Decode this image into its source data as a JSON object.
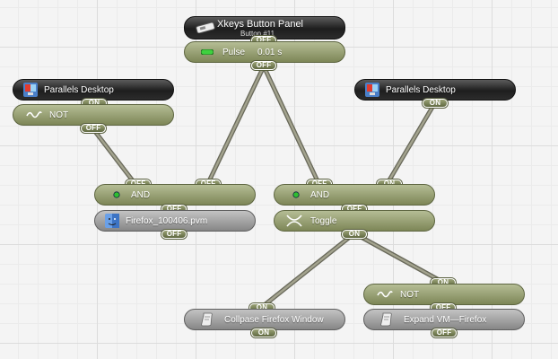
{
  "nodes": {
    "xkeys": {
      "title": "Xkeys Button Panel",
      "subtitle": "Button #11",
      "icon": "keyboard-key-icon"
    },
    "pulse": {
      "label": "Pulse",
      "value": "0.01 s",
      "icon": "pulse-led-icon"
    },
    "parallels_left": {
      "label": "Parallels Desktop",
      "icon": "parallels-app-icon"
    },
    "not_left": {
      "label": "NOT",
      "icon": "not-wave-icon"
    },
    "parallels_right": {
      "label": "Parallels Desktop",
      "icon": "parallels-app-icon"
    },
    "and_left": {
      "label": "AND",
      "icon": "and-dot-icon"
    },
    "firefox_pvm": {
      "label": "Firefox_100406.pvm",
      "icon": "mac-finder-icon"
    },
    "and_right": {
      "label": "AND",
      "icon": "and-dot-icon"
    },
    "toggle": {
      "label": "Toggle",
      "icon": "toggle-icon"
    },
    "not_right": {
      "label": "NOT",
      "icon": "not-wave-icon"
    },
    "collapse": {
      "label": "Collpase Firefox Window",
      "icon": "script-icon"
    },
    "expand": {
      "label": "Expand VM—Firefox",
      "icon": "script-icon"
    }
  },
  "ports": {
    "xkeys_out": "OFF",
    "pulse_out": "OFF",
    "parallels_left_out": "ON",
    "not_left_out": "OFF",
    "parallels_right_out": "ON",
    "and_left_in1": "OFF",
    "and_left_in2": "OFF",
    "and_left_out": "OFF",
    "firefox_out": "OFF",
    "and_right_in1": "OFF",
    "and_right_in2": "ON",
    "and_right_out": "OFF",
    "toggle_out": "ON",
    "not_right_in": "ON",
    "not_right_out": "OFF",
    "collapse_in": "ON",
    "collapse_out": "ON",
    "expand_out": "OFF"
  },
  "colors": {
    "dark_node": "#1e1e1e",
    "olive_node": "#7d8657",
    "gray_node": "#868686",
    "wire": "#7b7b68"
  }
}
